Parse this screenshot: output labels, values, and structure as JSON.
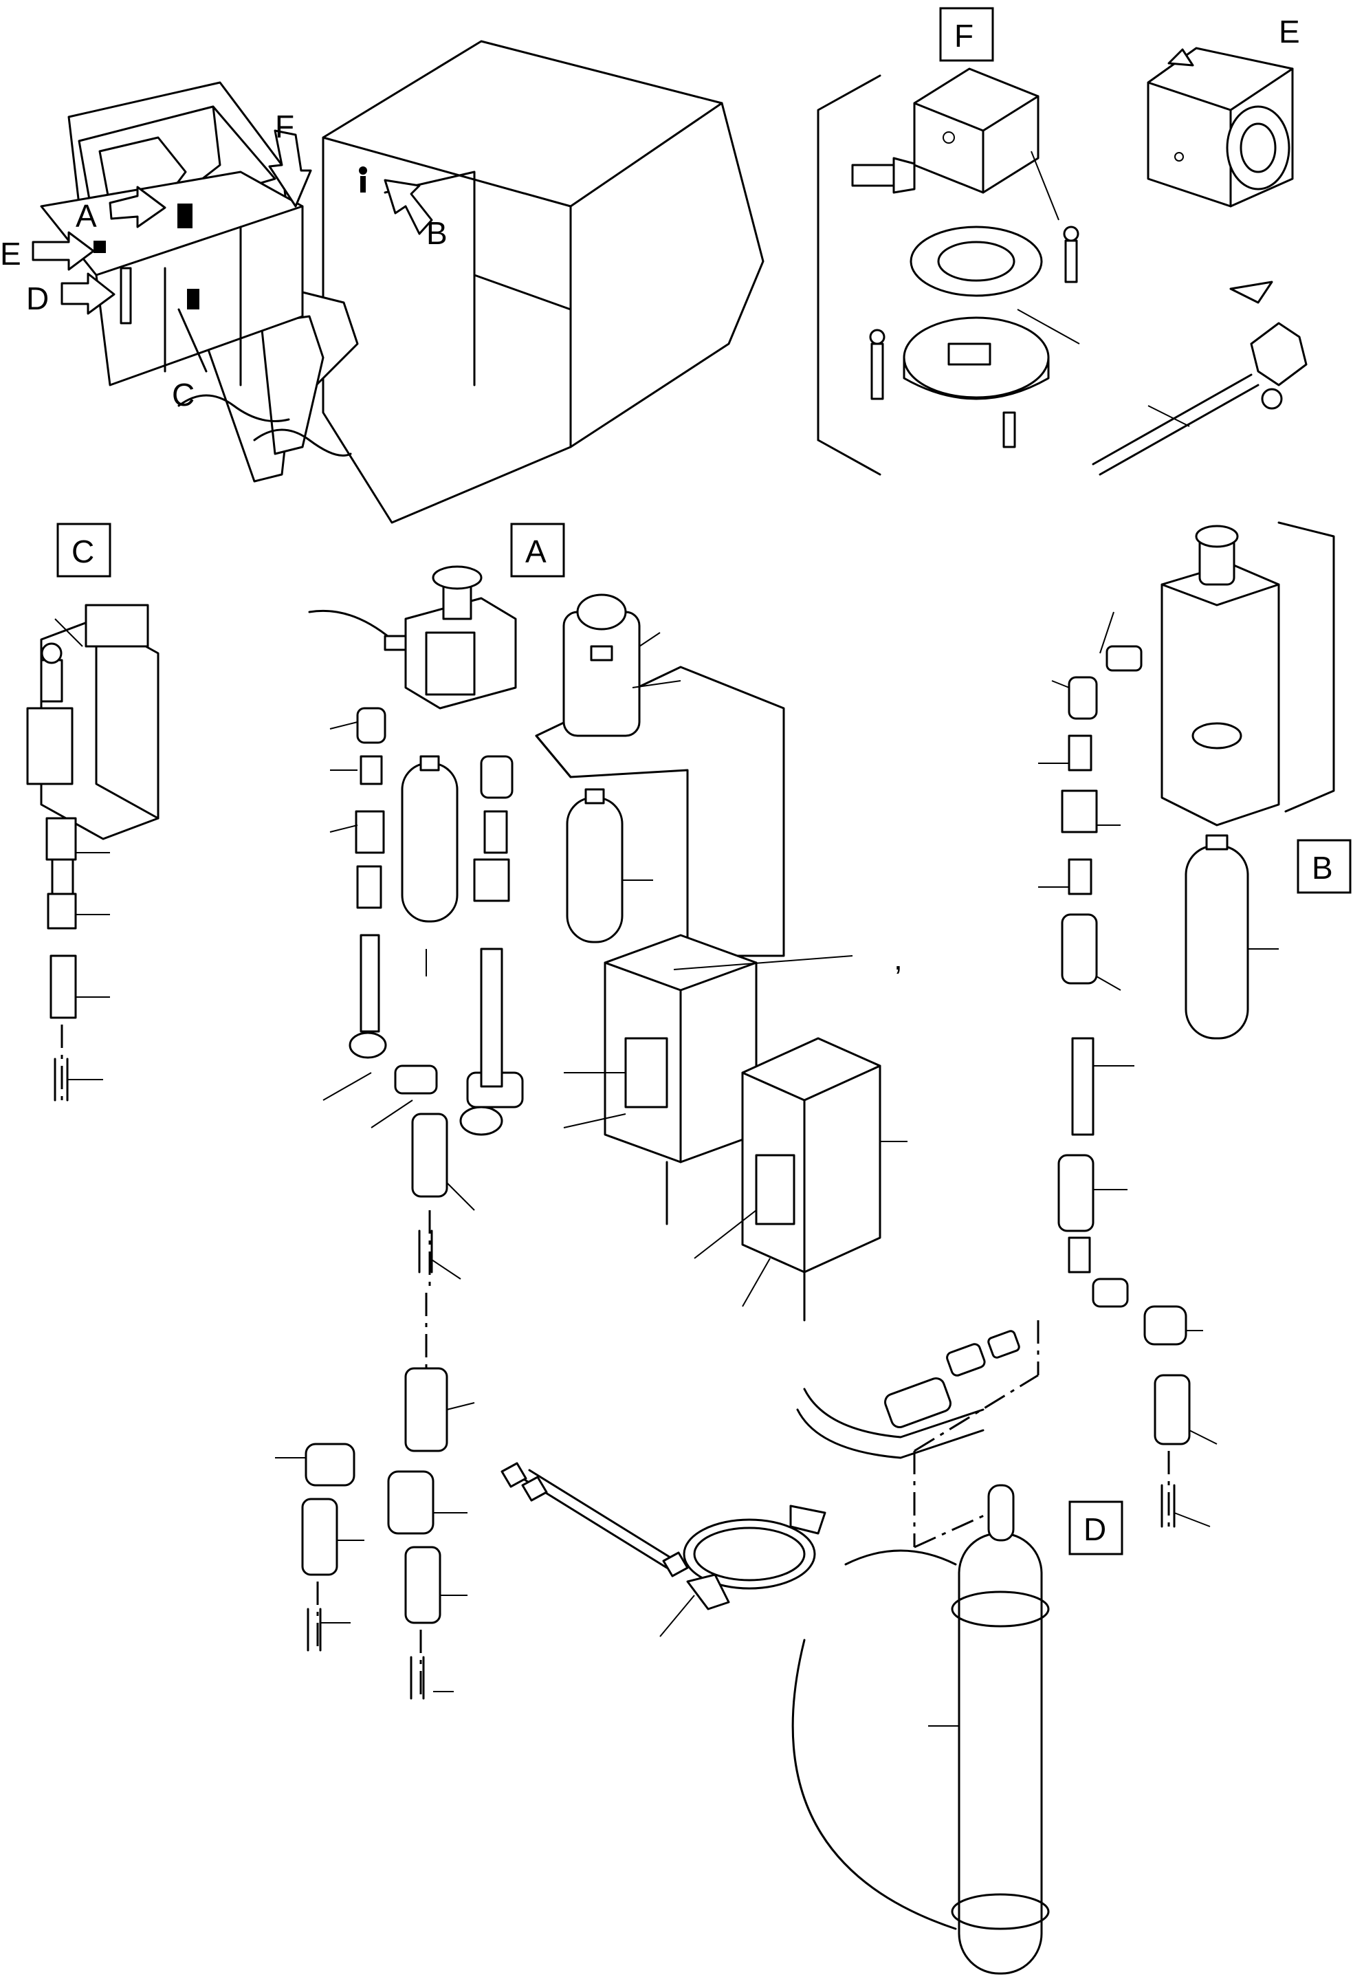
{
  "callouts": {
    "A": "A",
    "B": "B",
    "C": "C",
    "D": "D",
    "E": "E",
    "F": "F"
  },
  "machine_labels": {
    "A": "A",
    "B": "B",
    "C": "C",
    "D": "D",
    "E": "E",
    "F": "F"
  },
  "stray_mark": ","
}
